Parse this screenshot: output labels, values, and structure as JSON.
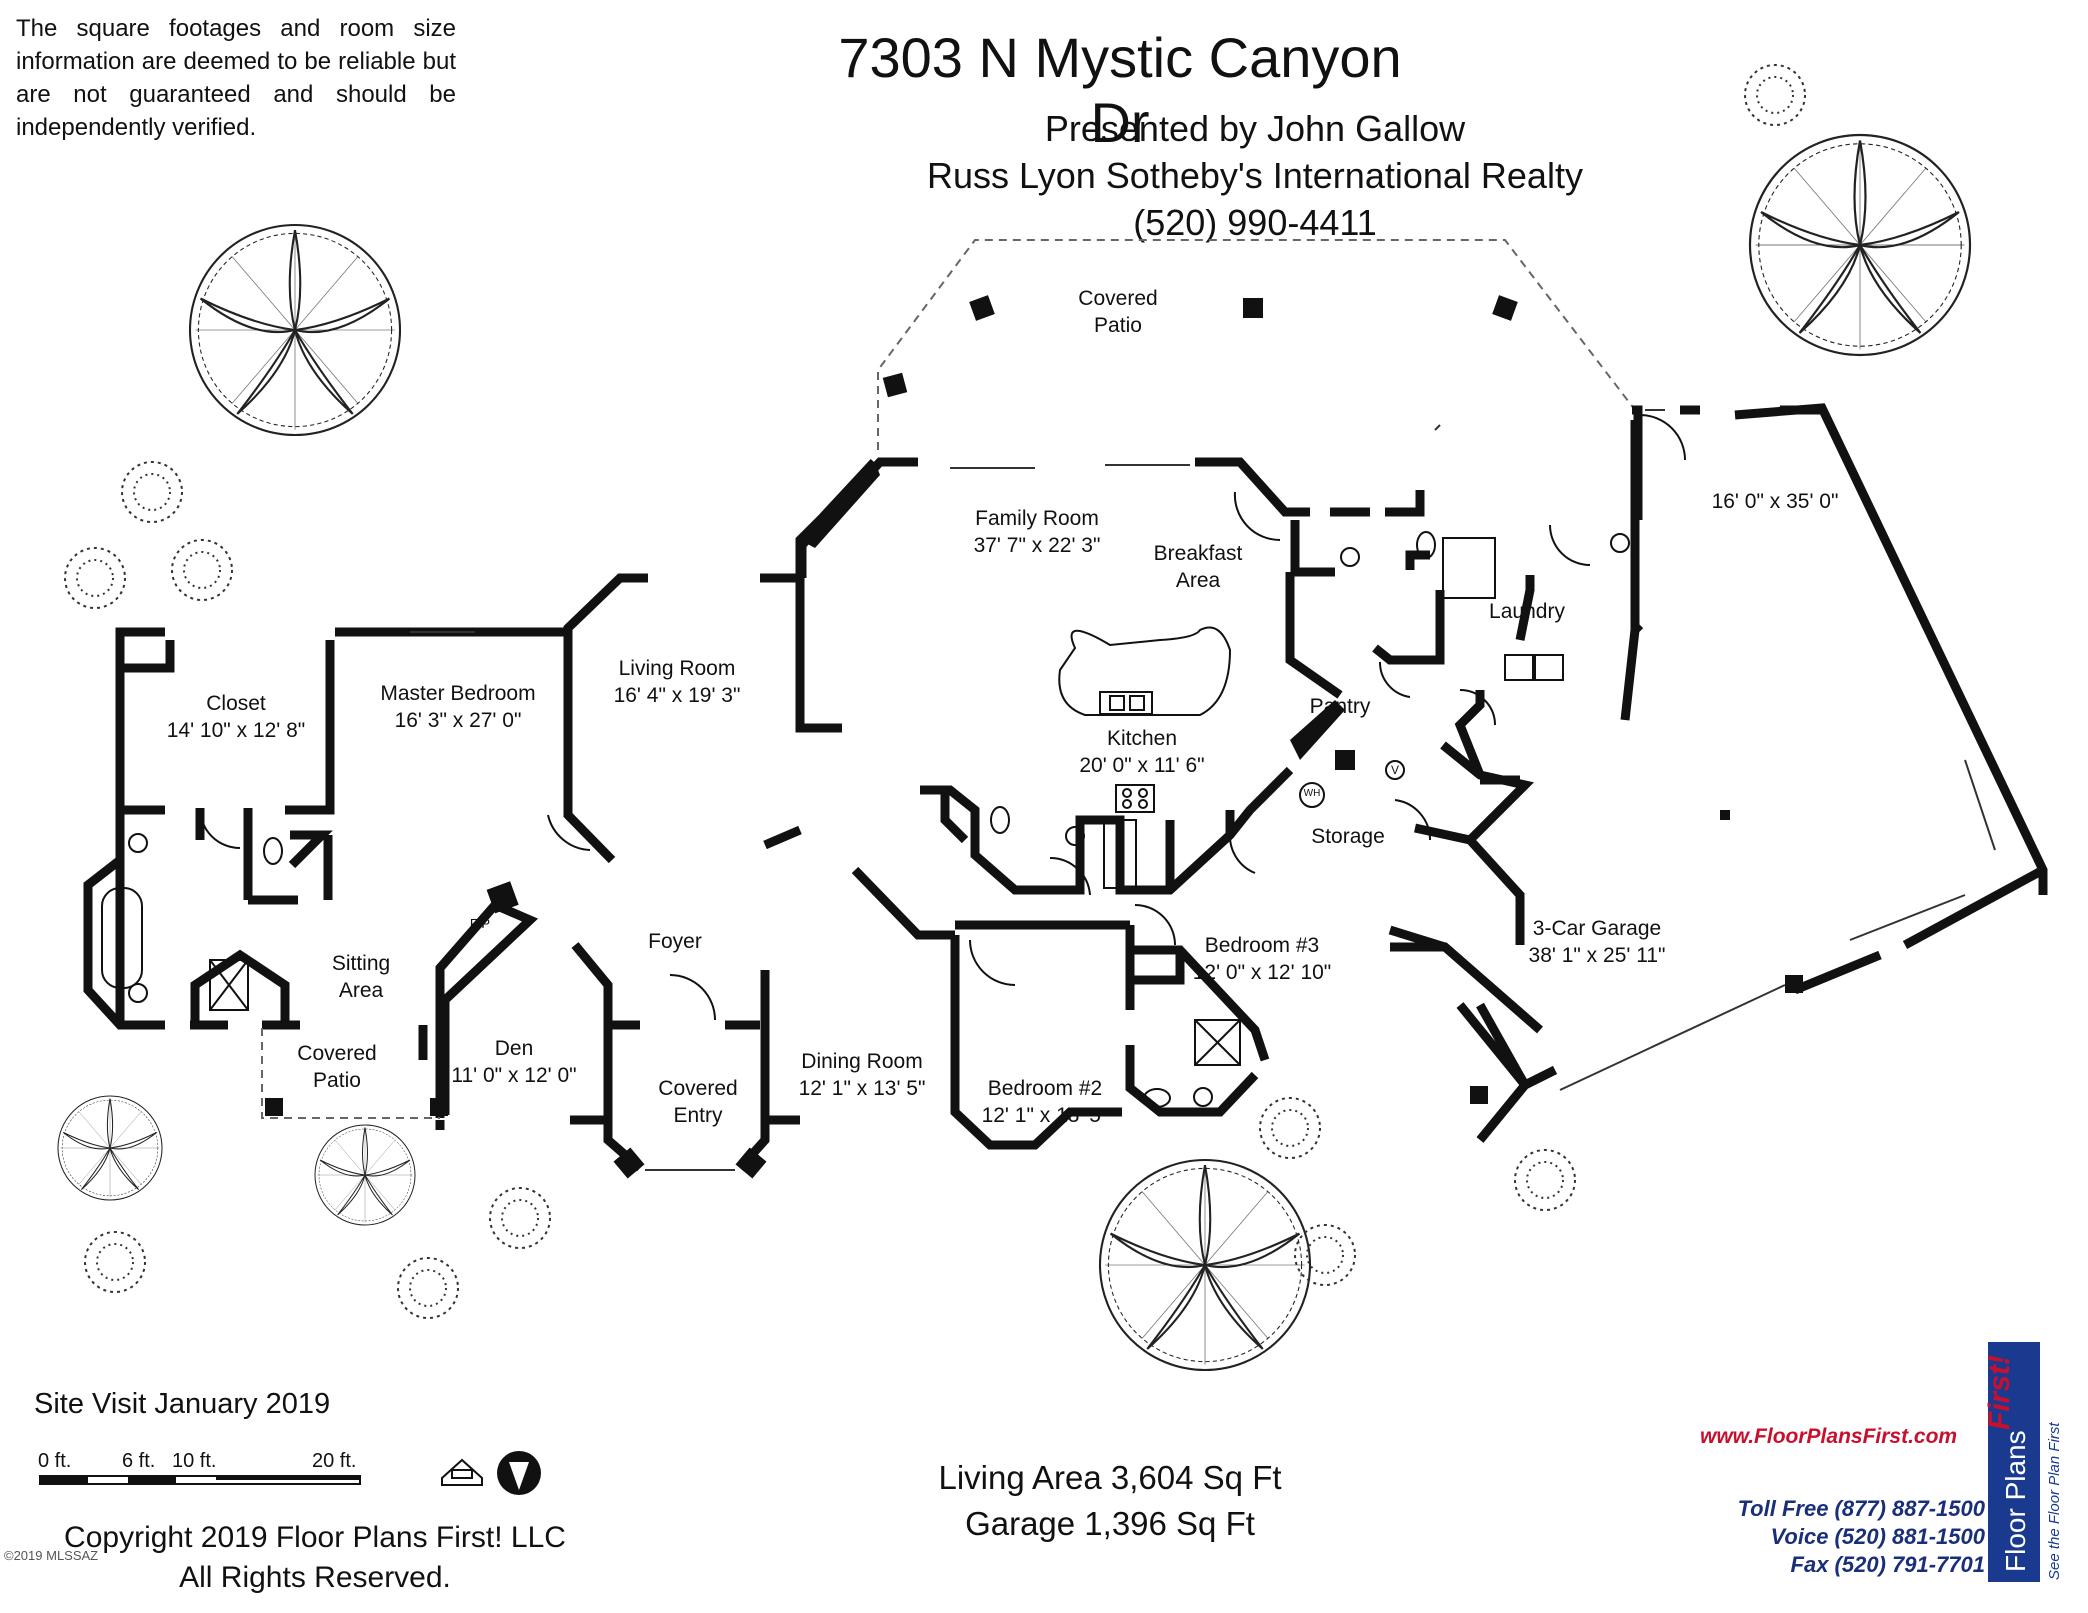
{
  "disclaimer": "The square footages and room size information are deemed to be reliable but are not guaranteed and should be independently verified.",
  "header": {
    "address": "7303 N Mystic Canyon Dr",
    "presented_by": "Presented by John Gallow",
    "brokerage": "Russ Lyon Sotheby's International Realty",
    "phone": "(520) 990-4411"
  },
  "rooms": {
    "covered_patio_top": "Covered\nPatio",
    "family_room": "Family Room",
    "family_room_dim": "37' 7\" x 22' 3\"",
    "breakfast_area": "Breakfast\nArea",
    "garage_top_dim": "16' 0\" x 35' 0\"",
    "laundry": "Laundry",
    "pantry": "Pantry",
    "kitchen": "Kitchen",
    "kitchen_dim": "20' 0\" x 11' 6\"",
    "storage": "Storage",
    "living_room": "Living Room",
    "living_room_dim": "16' 4\" x 19' 3\"",
    "closet": "Closet",
    "closet_dim": "14' 10\" x 12' 8\"",
    "master_bedroom": "Master Bedroom",
    "master_bedroom_dim": "16' 3\" x 27' 0\"",
    "sitting_area": "Sitting\nArea",
    "covered_patio_left": "Covered\nPatio",
    "den": "Den",
    "den_dim": "11' 0\" x 12' 0\"",
    "fp": "F/P",
    "foyer": "Foyer",
    "covered_entry": "Covered\nEntry",
    "dining_room": "Dining Room",
    "dining_room_dim": "12' 1\" x 13' 5\"",
    "bedroom2": "Bedroom #2",
    "bedroom2_dim": "12' 1\" x 13' 5\"",
    "bedroom3": "Bedroom #3",
    "bedroom3_dim": "12' 0\" x 12' 10\"",
    "garage": "3-Car Garage",
    "garage_dim": "38' 1\" x 25' 11\"",
    "wh": "WH",
    "v": "V"
  },
  "footer": {
    "site_visit": "Site Visit January 2019",
    "scale_labels": [
      "0 ft.",
      "6 ft.",
      "10 ft.",
      "20 ft."
    ],
    "copyright_line1": "Copyright 2019 Floor Plans First! LLC",
    "copyright_line2": "All Rights Reserved.",
    "living_area": "Living Area 3,604 Sq Ft",
    "garage_area": "Garage 1,396 Sq Ft",
    "website": "www.FloorPlansFirst.com",
    "toll_free": "Toll Free (877) 887-1500",
    "voice": "Voice (520) 881-1500",
    "fax": "Fax (520) 791-7701",
    "logo_name": "Floor Plans",
    "logo_first": "First!",
    "logo_tagline": "See the Floor Plan First",
    "mls": "©2019 MLSSAZ"
  }
}
